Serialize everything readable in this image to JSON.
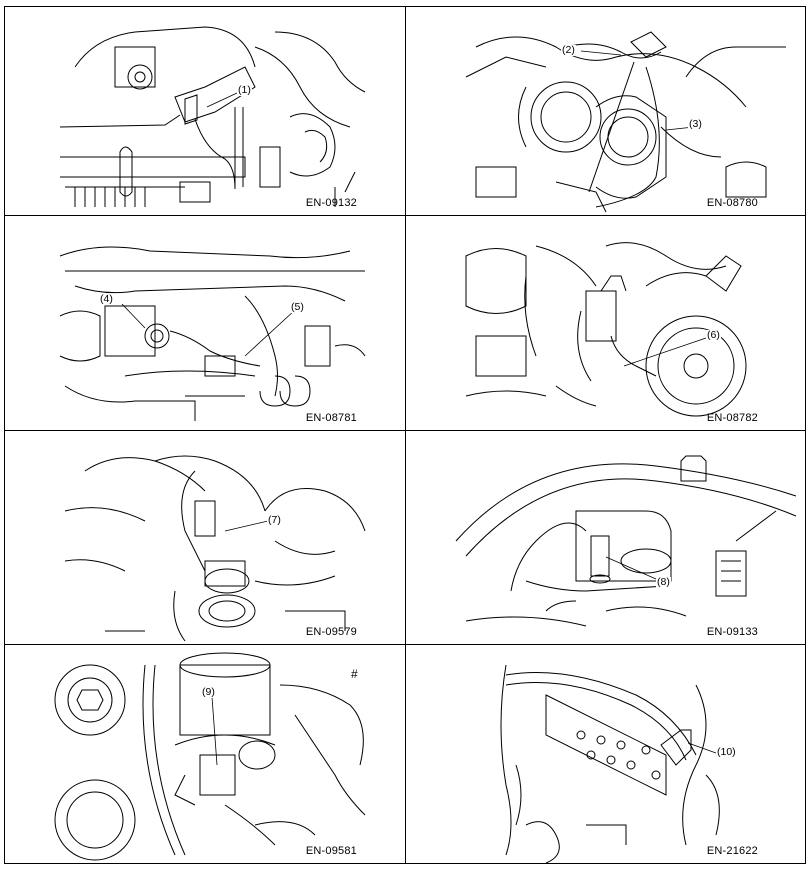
{
  "figures": [
    {
      "code": "EN-09132",
      "callouts": [
        "(1)"
      ]
    },
    {
      "code": "EN-08780",
      "callouts": [
        "(2)",
        "(3)"
      ]
    },
    {
      "code": "EN-08781",
      "callouts": [
        "(4)",
        "(5)"
      ]
    },
    {
      "code": "EN-08782",
      "callouts": [
        "(6)"
      ]
    },
    {
      "code": "EN-09579",
      "callouts": [
        "(7)"
      ]
    },
    {
      "code": "EN-09133",
      "callouts": [
        "(8)"
      ]
    },
    {
      "code": "EN-09581",
      "callouts": [
        "(9)"
      ],
      "mark": "#"
    },
    {
      "code": "EN-21622",
      "callouts": [
        "(10)"
      ]
    }
  ]
}
